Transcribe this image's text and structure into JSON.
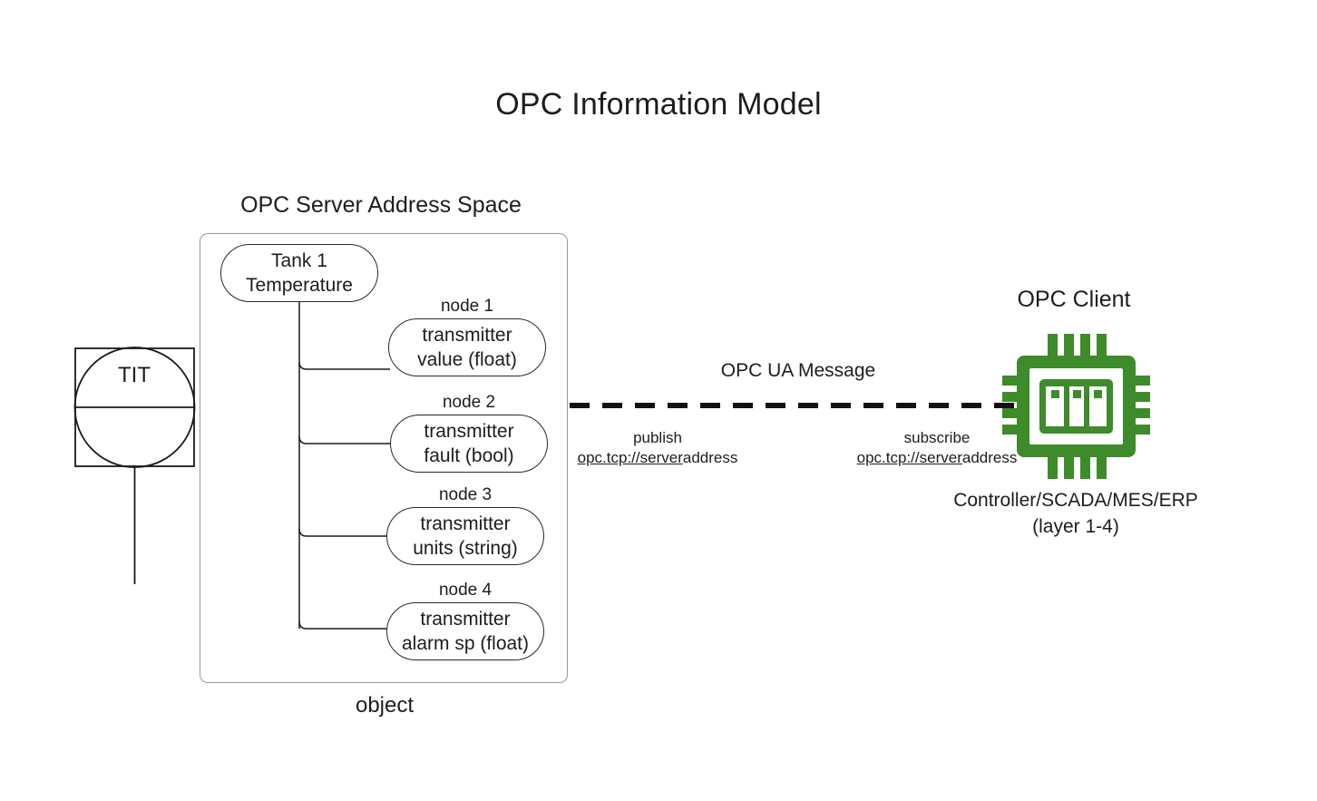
{
  "title": "OPC Information Model",
  "colors": {
    "chip_green": "#3e8b2b",
    "box_border": "#9a9a9a",
    "node_border": "#2a2a2a",
    "text": "#1d1d1d",
    "link_underline": "#8a8ad0"
  },
  "server": {
    "caption": "OPC Server Address Space",
    "object_caption": "object",
    "root_node": {
      "line1": "Tank 1",
      "line2": "Temperature"
    },
    "nodes": [
      {
        "caption": "node 1",
        "line1": "transmitter",
        "line2": "value (float)"
      },
      {
        "caption": "node 2",
        "line1": "transmitter",
        "line2": "fault (bool)"
      },
      {
        "caption": "node 3",
        "line1": "transmitter",
        "line2": "units (string)"
      },
      {
        "caption": "node 4",
        "line1": "transmitter",
        "line2": "alarm sp (float)"
      }
    ]
  },
  "instrument": {
    "tag": "TIT"
  },
  "link": {
    "message_label": "OPC UA Message",
    "publish": {
      "action": "publish",
      "url_scheme": "opc.tcp://server",
      "url_tail": "address"
    },
    "subscribe": {
      "action": "subscribe",
      "url_scheme": "opc.tcp://server",
      "url_tail": "address"
    }
  },
  "client": {
    "caption": "OPC Client",
    "icon": "cpu-chip-icon",
    "subcaption_line1": "Controller/SCADA/MES/ERP",
    "subcaption_line2": "(layer 1-4)"
  }
}
